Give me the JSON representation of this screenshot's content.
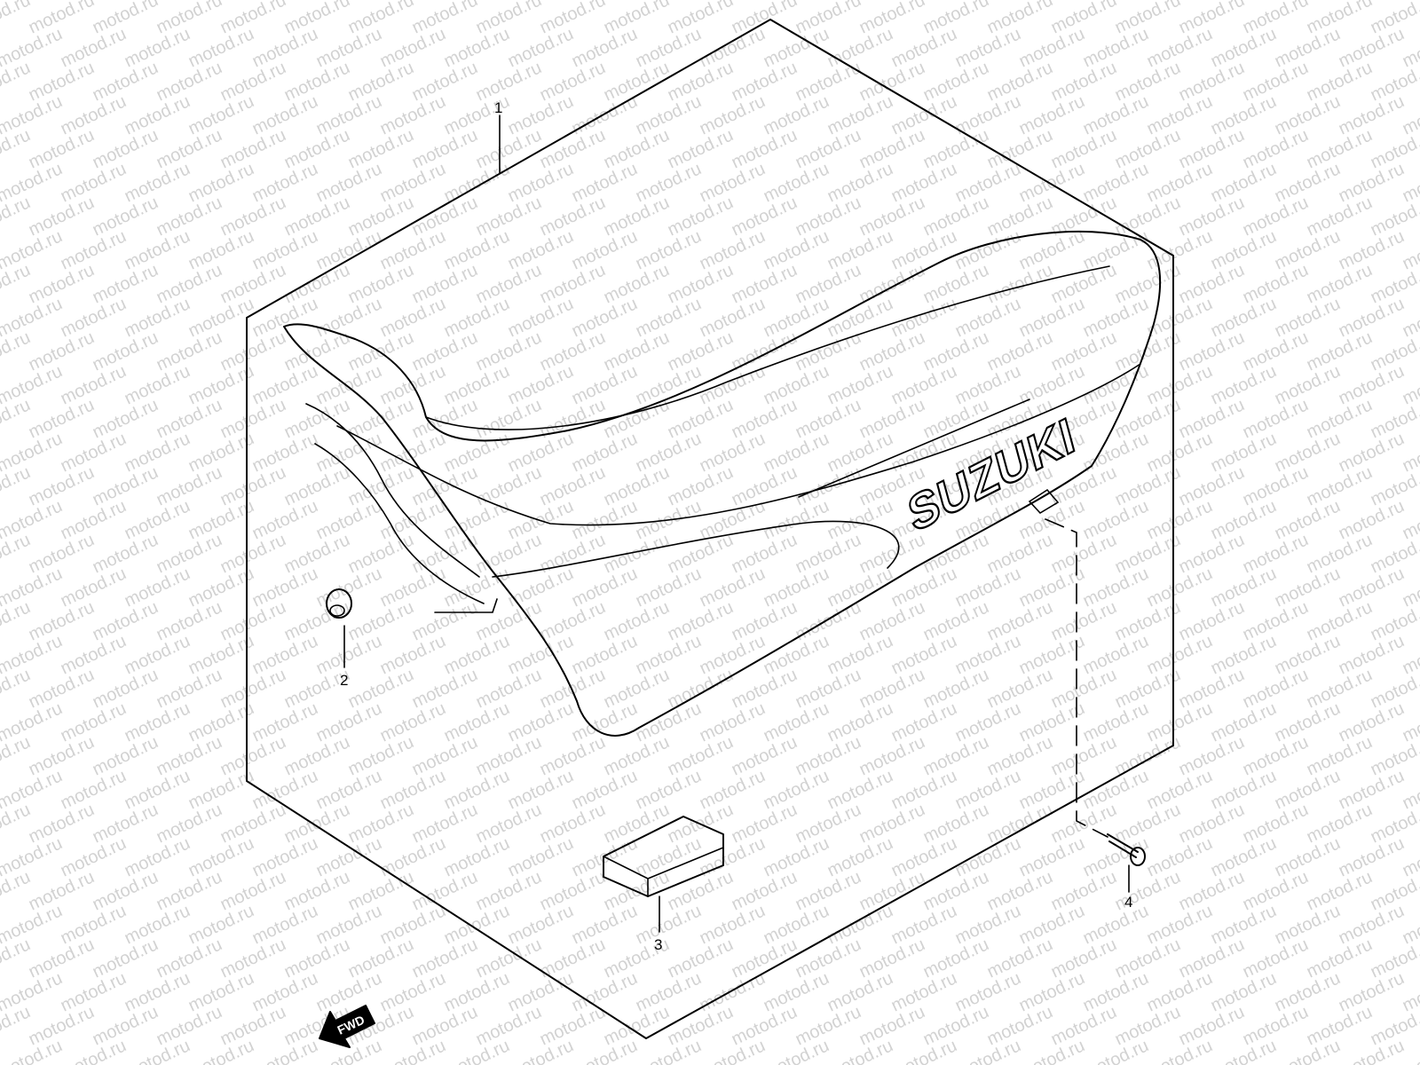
{
  "watermark": {
    "text": "motod.ru",
    "color": "#d2d2d2"
  },
  "brand_label": "SUZUKI",
  "direction_label": "FWD",
  "callouts": [
    {
      "id": "1",
      "text": "1"
    },
    {
      "id": "2",
      "text": "2"
    },
    {
      "id": "3",
      "text": "3"
    },
    {
      "id": "4",
      "text": "4"
    }
  ]
}
